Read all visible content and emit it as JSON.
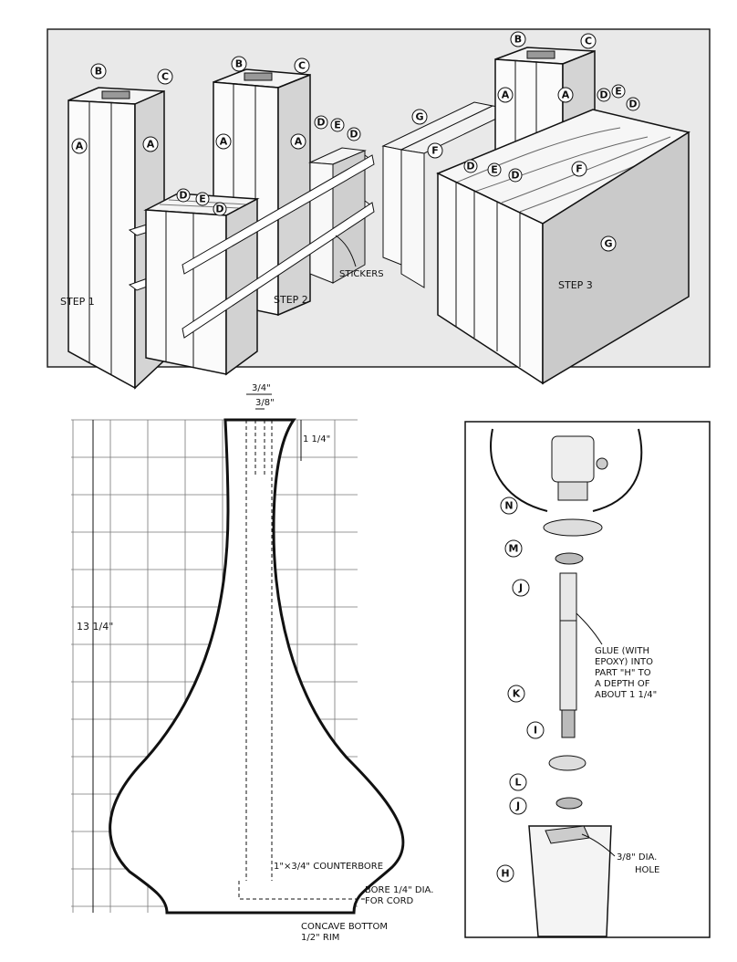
{
  "figure": {
    "steps": {
      "step1": "STEP 1",
      "step2": "STEP 2",
      "step3": "STEP 3",
      "stickers": "STICKERS"
    },
    "part_letters": {
      "a": "A",
      "b": "B",
      "c": "C",
      "d": "D",
      "e": "E",
      "f": "F",
      "g": "G",
      "h": "H",
      "i": "I",
      "j": "J",
      "k": "K",
      "l": "L",
      "m": "M",
      "n": "N"
    },
    "profile": {
      "dim_top_width": "3/4\"",
      "dim_bore": "3/8\"",
      "dim_top_depth": "1 1/4\"",
      "dim_height": "13 1/4\"",
      "counterbore": "1\"×3/4\" COUNTERBORE",
      "bore_line1": "BORE 1/4\" DIA.",
      "bore_line2": "FOR CORD",
      "bottom_line1": "CONCAVE BOTTOM",
      "bottom_line2": "1/2\" RIM"
    },
    "hardware": {
      "glue_lines": [
        "GLUE (WITH",
        "EPOXY) INTO",
        "PART \"H\" TO",
        "A DEPTH OF",
        "ABOUT 1 1/4\""
      ],
      "hole_line1": "3/8\" DIA.",
      "hole_line2": "HOLE"
    }
  }
}
